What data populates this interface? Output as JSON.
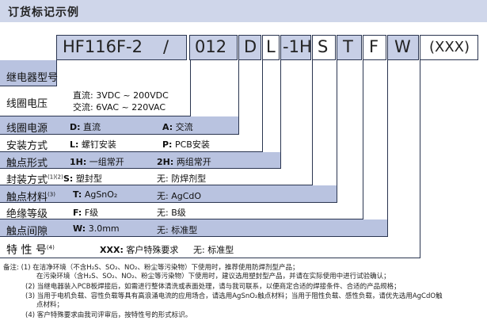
{
  "title": "订货标记示例",
  "code_parts": [
    "HF116F-2",
    "/",
    "012",
    "D",
    "L",
    "-1H",
    "S",
    "T",
    "F",
    "W",
    "(XXX)"
  ],
  "rows": [
    {
      "label": "继电器型号",
      "values": []
    },
    {
      "label": "线圈电压",
      "values": [
        {
          "key": "",
          "text": "直流: 3VDC ~ 200VDC"
        },
        {
          "key": "",
          "text": "交流: 6VAC ~ 220VAC"
        }
      ]
    },
    {
      "label": "线圈电源",
      "values": [
        {
          "key": "D:",
          "text": "直流"
        },
        {
          "key": "A:",
          "text": "交流"
        }
      ]
    },
    {
      "label": "安装方式",
      "values": [
        {
          "key": "L:",
          "text": "螺钉安装"
        },
        {
          "key": "P:",
          "text": "PCB安装"
        }
      ]
    },
    {
      "label": "触点形式",
      "values": [
        {
          "key": "1H:",
          "text": "一组常开"
        },
        {
          "key": "2H:",
          "text": "两组常开"
        }
      ]
    },
    {
      "label": "封装方式",
      "sup": "(1)(2)",
      "values": [
        {
          "key": "S:",
          "text": "塑封型"
        },
        {
          "key": "无:",
          "text": "防焊剂型"
        }
      ]
    },
    {
      "label": "触点材料",
      "sup": "(3)",
      "values": [
        {
          "key": "T:",
          "text": "AgSnO₂"
        },
        {
          "key": "无:",
          "text": "AgCdO"
        }
      ]
    },
    {
      "label": "绝缘等级",
      "values": [
        {
          "key": "F:",
          "text": "F级"
        },
        {
          "key": "无:",
          "text": "B级"
        }
      ]
    },
    {
      "label": "触点间隙",
      "values": [
        {
          "key": "W:",
          "text": "3.0mm"
        },
        {
          "key": "无:",
          "text": "标准型"
        }
      ]
    },
    {
      "label": "特 性 号",
      "sup": "(4)",
      "values": [
        {
          "key": "XXX:",
          "text": "客户特殊要求"
        },
        {
          "key": "无:",
          "text": "标准型"
        }
      ]
    }
  ],
  "notes": [
    "备注: (1) 在洁净环境（不含H₂S、SO₂、NO₂、粉尘等污染物）下使用时，推荐使用防焊剂型产品；",
    "在污染环境（含H₂S、SO₂、NO₂、粉尘等污染物）下使用时，建议选用塑封型产品，并请在实际使用中进行试验确认；",
    "(2) 当继电器装入PCB板焊接后，如需进行整体清洗或表面处理，请与我司联系，以便商定合适的焊接条件、合适的产品规格；",
    "(3) 当用于电机负载、容性负载等具有高浪涌电流的应用场合，请选用AgSnO₂触点材料；当用于阻性负载、感性负载，请优先选用AgCdO触",
    "点材料；",
    "(4) 客户特殊要求由我司评审后，按特性号的形式标识。"
  ]
}
